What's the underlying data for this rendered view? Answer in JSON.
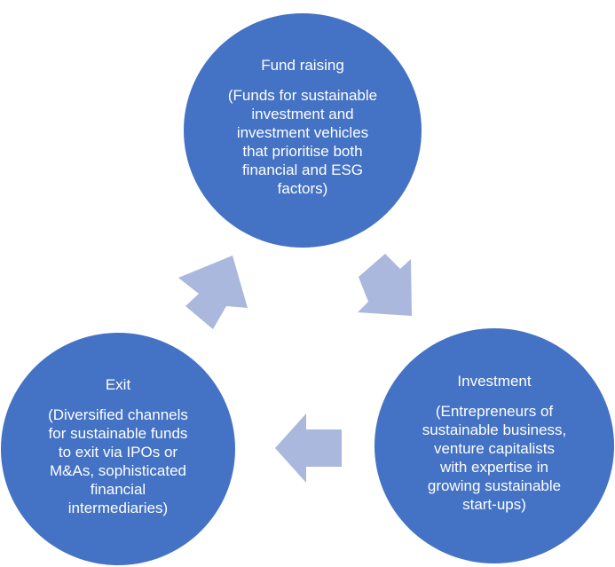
{
  "cycle": {
    "fund_raising": {
      "title": "Fund raising",
      "description": "(Funds for sustainable\ninvestment and\ninvestment vehicles\nthat prioritise both\nfinancial and ESG\nfactors)"
    },
    "investment": {
      "title": "Investment",
      "description": "(Entrepreneurs of\nsustainable business,\nventure capitalists\nwith expertise in\ngrowing sustainable\nstart-ups)"
    },
    "exit": {
      "title": "Exit",
      "description": "(Diversified channels\nfor sustainable funds\nto exit via IPOs or\nM&As, sophisticated\nfinancial\nintermediaries)"
    }
  },
  "colors": {
    "circle": "#4472c4",
    "arrow": "#a9b8dc",
    "text": "#ffffff"
  }
}
